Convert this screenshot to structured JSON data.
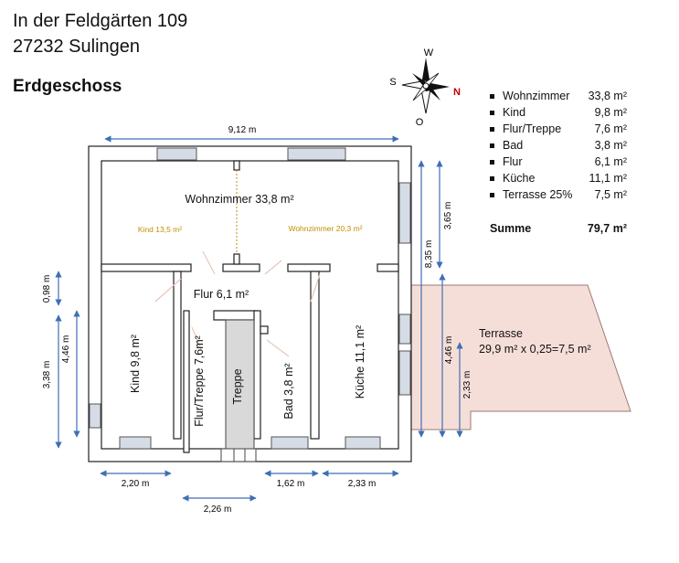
{
  "address": {
    "street": "In der Feldgärten 109",
    "city": "27232 Sulingen"
  },
  "floor_title": "Erdgeschoss",
  "compass": {
    "n": "N",
    "s": "S",
    "w": "W",
    "o": "O"
  },
  "rooms": {
    "wohnzimmer": "Wohnzimmer 33,8 m²",
    "kind_sub": "Kind 13,5 m²",
    "wohn_sub": "Wohnzimmer 20,3 m²",
    "flur": "Flur 6,1 m²",
    "kind": "Kind  9,8 m²",
    "flur_treppe": "Flur/Treppe 7,6m²",
    "treppe": "Treppe",
    "bad": "Bad 3,8 m²",
    "kueche": "Küche 11,1 m²",
    "terrasse_title": "Terrasse",
    "terrasse_calc": "29,9 m² x 0,25=7,5 m²"
  },
  "dimensions": {
    "top_width": "9,12 m",
    "right_total": "8,35 m",
    "right_upper": "3,65 m",
    "right_lower": "4,46 m",
    "terrace_depth": "2,33 m",
    "left_small": "0,98 m",
    "left_mid": "4,46 m",
    "left_low": "3,38 m",
    "bottom_kind": "2,20 m",
    "bottom_bad": "1,62 m",
    "bottom_kueche": "2,33 m",
    "bottom_flur": "2,26 m"
  },
  "legend": [
    {
      "name": "Wohnzimmer",
      "value": "33,8 m²"
    },
    {
      "name": "Kind",
      "value": "9,8 m²"
    },
    {
      "name": "Flur/Treppe",
      "value": "7,6 m²"
    },
    {
      "name": "Bad",
      "value": "3,8 m²"
    },
    {
      "name": "Flur",
      "value": "6,1 m²"
    },
    {
      "name": "Küche",
      "value": "11,1 m²"
    },
    {
      "name": "Terrasse 25%",
      "value": "7,5 m²"
    }
  ],
  "summe": {
    "label": "Summe",
    "value": "79,7 m²"
  },
  "colors": {
    "wall": "#ffffff",
    "wall_line": "#222222",
    "window": "#d6dce5",
    "dimension": "#3f6fb5",
    "terrace": "#f6ded8",
    "subarea_text": "#bf9000",
    "compass_north": "#c00000"
  }
}
